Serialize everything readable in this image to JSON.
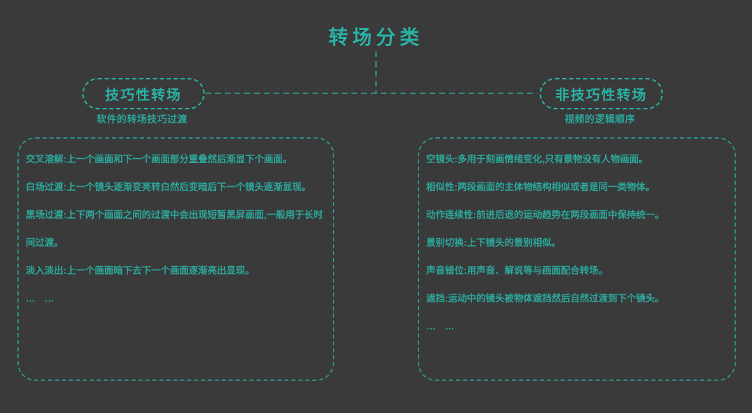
{
  "colors": {
    "background": "#3a3a3a",
    "accent": "#29b2a5",
    "text": "#2ca79b",
    "border": "#2c9187"
  },
  "title": "转场分类",
  "branches": [
    {
      "label": "技巧性转场",
      "subtitle": "软件的转场技巧过渡",
      "items": [
        "交叉溶解:上一个画面和下一个画面部分重叠然后渐显下个画面。",
        "白场过渡:上一个镜头逐渐变亮转白然后变暗后下一个镜头逐渐显现。",
        "黑场过渡:上下两个画面之间的过渡中会出现短暂黑屏画面,一般用于长时间过渡。",
        "淡入淡出:上一个画面暗下去下一个画面逐渐亮出显现。",
        "…　…"
      ]
    },
    {
      "label": "非技巧性转场",
      "subtitle": "视频的逻辑顺序",
      "items": [
        "空镜头:多用于刻画情绪变化,只有景物没有人物画面。",
        "相似性:两段画面的主体物结构相似或者是同一类物体。",
        "动作连续性:前进后退的运动趋势在两段画面中保持统一。",
        "景别切换:上下镜头的景别相似。",
        "声音错位:用声音、解说等与画面配合转场。",
        "遮挡:运动中的镜头被物体遮挡然后自然过渡到下个镜头。",
        "…　…"
      ]
    }
  ]
}
